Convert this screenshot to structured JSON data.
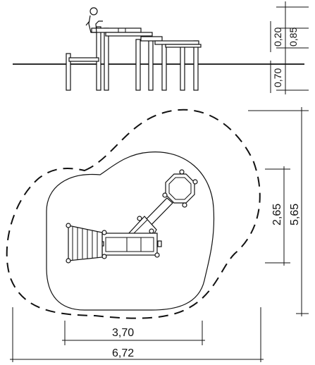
{
  "drawing": {
    "elevation": {
      "dim_height_upper": "0,85",
      "dim_height_small": "0,20",
      "dim_depth": "0,70"
    },
    "plan": {
      "dim_width_inner": "3,70",
      "dim_width_outer": "6,72",
      "dim_length_inner": "2,65",
      "dim_length_outer": "5,65"
    }
  }
}
